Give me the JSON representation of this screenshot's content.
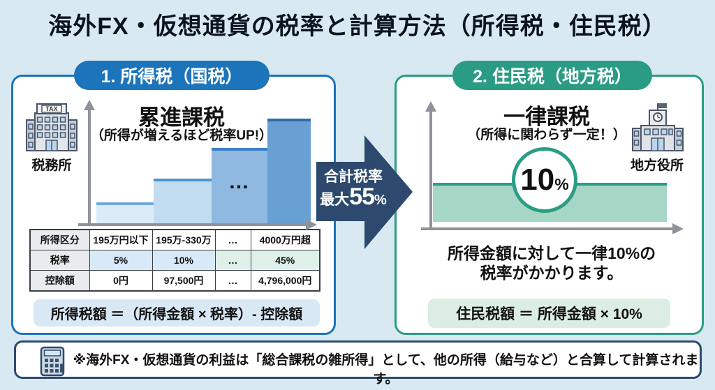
{
  "title": "海外FX・仮想通貨の税率と計算方法（所得税・住民税）",
  "income_tax": {
    "header": "1. 所得税（国税）",
    "building_sign": "TAX",
    "building_label": "税務所",
    "chart_title": "累進課税",
    "chart_subtitle": "（所得が増えるほど税率UP!）",
    "ellipsis": "…",
    "table": {
      "row_labels": [
        "所得区分",
        "税率",
        "控除額"
      ],
      "brackets": [
        "195万円以下",
        "195万-330万",
        "…",
        "4000万円超"
      ],
      "rates": [
        "5%",
        "10%",
        "…",
        "45%"
      ],
      "deductions": [
        "0円",
        "97,500円",
        "…",
        "4,796,000円"
      ]
    },
    "formula": "所得税額 ＝（所得金額 × 税率）- 控除額"
  },
  "total_arrow": {
    "line1": "合計税率",
    "max_label": "最大",
    "max_value": "55",
    "max_unit": "%"
  },
  "resident_tax": {
    "header": "2. 住民税（地方税）",
    "building_label": "地方役所",
    "chart_title": "一律課税",
    "chart_subtitle": "（所得に関わらず一定！）",
    "rate_value": "10",
    "rate_unit": "%",
    "description_line1": "所得金額に対して一律10%の",
    "description_line2": "税率がかかります。",
    "formula": "住民税額 ＝ 所得金額 × 10%"
  },
  "footnote": "※海外FX・仮想通貨の利益は「総合課税の雑所得」として、他の所得（給与など）と合算して計算されます。",
  "colors": {
    "background": "#d8e9f2",
    "blue_accent": "#1c74ba",
    "green_accent": "#2b9c84",
    "navy_arrow": "#2d4a6e",
    "step_fills": [
      "#dcebf8",
      "#c2ddf2",
      "#8fb9e0",
      "#69a0d3"
    ],
    "flat_bar_fill": "#a6d6c6",
    "flat_bar_edge": "#2a9d85"
  },
  "chart_data": [
    {
      "type": "bar",
      "panel": "income-tax",
      "title": "累進課税",
      "subtitle": "（所得が増えるほど税率UP!）",
      "categories": [
        "195万円以下",
        "195万-330万",
        "…",
        "4000万円超"
      ],
      "values": [
        5,
        10,
        null,
        45
      ],
      "unit": "%",
      "note": "progressive step chart; middle steps elided with ellipsis"
    },
    {
      "type": "area",
      "panel": "resident-tax",
      "title": "一律課税",
      "subtitle": "（所得に関わらず一定！）",
      "values": [
        10
      ],
      "unit": "%",
      "note": "flat 10% rate regardless of income"
    }
  ]
}
